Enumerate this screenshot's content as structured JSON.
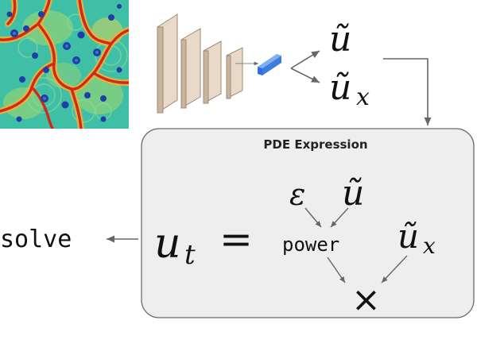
{
  "field_image": {
    "description_colors": [
      "#39b9a4",
      "#e4c43a",
      "#d8301c",
      "#1e3e9e",
      "#9ad77a"
    ]
  },
  "network": {
    "output_u": "ũ",
    "output_ux_base": "ũ",
    "output_ux_sub": "x"
  },
  "pde_box": {
    "title": "PDE Expression",
    "epsilon": "ε",
    "u_tilde": "ũ",
    "power_label": "power",
    "ux_base": "ũ",
    "ux_sub": "x",
    "times": "×",
    "lhs_base": "u",
    "lhs_sub": "t",
    "equals": "="
  },
  "solve_label": "solve",
  "colors": {
    "box_fill": "#eeeeee",
    "box_stroke": "#6a6a6a",
    "layer_fill": "#dcc9b4",
    "layer_stroke": "#9c8a78",
    "output_block": "#3e7de0",
    "arrow": "#666666",
    "text": "#111111"
  }
}
